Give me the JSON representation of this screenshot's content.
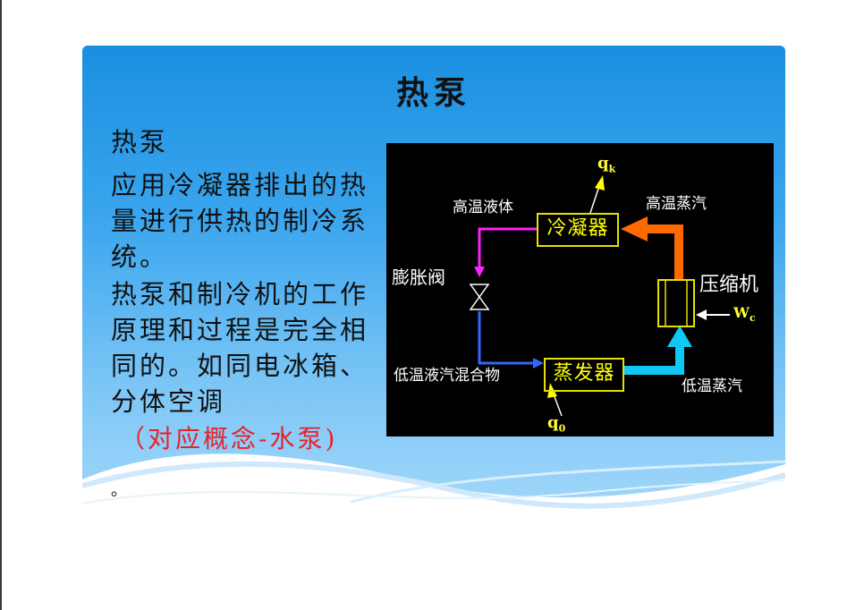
{
  "slide": {
    "title": "热泵",
    "subtitle": "热泵",
    "paragraph1": "应用冷凝器排出的热量进行供热的制冷系统。",
    "paragraph2": "热泵和制冷机的工作原理和过程是完全相同的。如同电冰箱、分体空调",
    "note": "（对应概念-水泵)",
    "ending": "。"
  },
  "diagram": {
    "condenser": "冷凝器",
    "evaporator": "蒸发器",
    "compressor": "压缩机",
    "expansion_valve": "膨胀阀",
    "high_temp_liquid": "高温液体",
    "high_temp_vapor": "高温蒸汽",
    "low_temp_mix": "低温液汽混合物",
    "low_temp_vapor": "低温蒸汽",
    "qk_base": "q",
    "qk_sub": "k",
    "q0_base": "q",
    "q0_sub": "0",
    "wc_base": "W",
    "wc_sub": "c"
  },
  "colors": {
    "slide_background": "#3aa5ee",
    "diagram_background": "#000000",
    "high_temp_vapor_line": "#ff6a00",
    "high_temp_liquid_line": "#ff22ff",
    "low_temp_mix_line": "#3366ff",
    "low_temp_vapor_line": "#11c8f5",
    "component_boxes": "#ffff00",
    "note_text": "#e8222a"
  }
}
